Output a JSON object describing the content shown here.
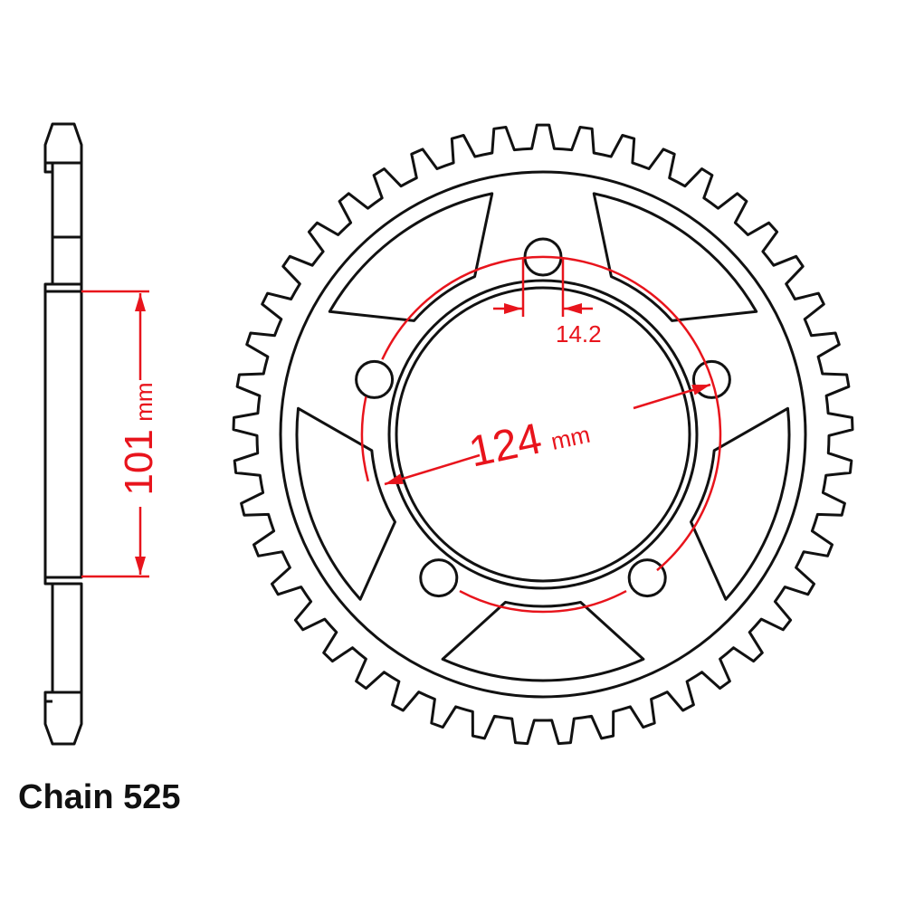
{
  "dimensions": {
    "bolt_circle_value": "124",
    "bolt_circle_unit": "mm",
    "bolt_hole_value": "14.2",
    "hub_value": "101",
    "hub_unit": "mm"
  },
  "caption": "Chain 525",
  "colors": {
    "outline": "#111111",
    "dimension": "#e8141c"
  }
}
